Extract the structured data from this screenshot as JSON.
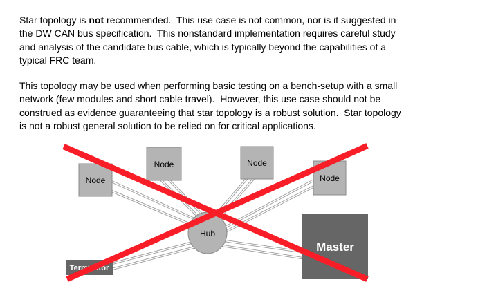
{
  "document": {
    "paragraph1": {
      "line1_pre": "Star topology is ",
      "line1_bold": "not",
      "line1_post": " recommended.  This use case is not common, nor is it suggested in",
      "line2": "the DW CAN bus specification.  This nonstandard implementation requires careful study",
      "line3": "and analysis of the candidate bus cable, which is typically beyond the capabilities of a",
      "line4": "typical FRC team."
    },
    "paragraph2": {
      "line1": "This topology may be used when performing basic testing on a bench-setup with a small",
      "line2": "network (few modules and short cable travel).  However, this use case should not be",
      "line3": "construed as evidence guaranteeing that star topology is a robust solution.  Star topology",
      "line4": "is not a robust general solution to be relied on for critical applications."
    }
  },
  "diagram": {
    "labels": {
      "node": "Node",
      "hub": "Hub",
      "terminator": "Terminator",
      "master": "Master"
    },
    "colors": {
      "node_fill": "#b4b4b4",
      "node_border": "#8a8a8a",
      "dark_fill": "#666666",
      "node_label": "#000000",
      "dark_label": "#ffffff",
      "wire_outer": "#9b9b9b",
      "wire_inner": "#ffffff",
      "cross_red": "#f91d27"
    }
  }
}
